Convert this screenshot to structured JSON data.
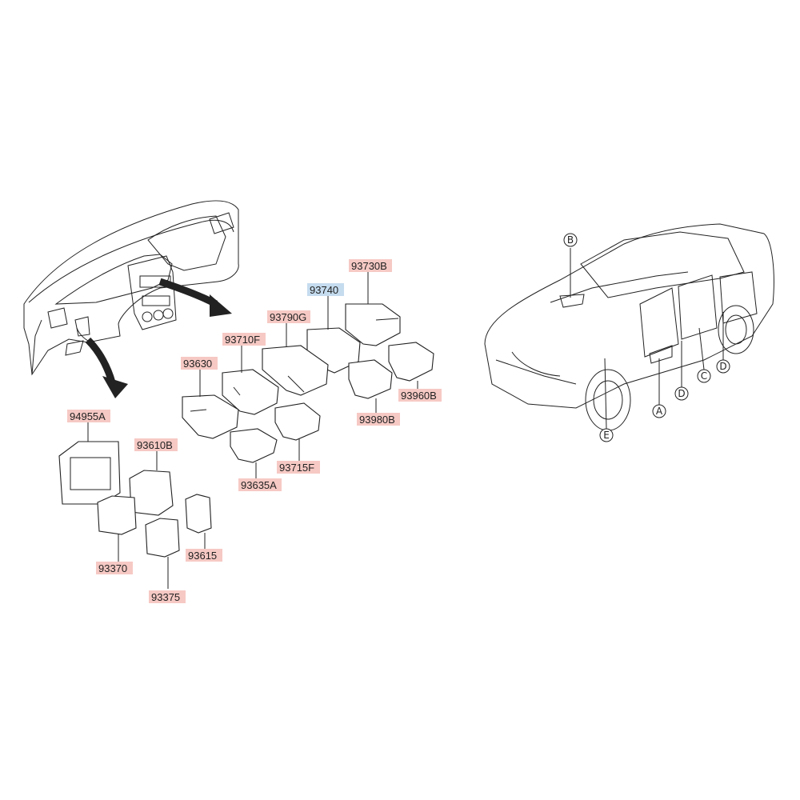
{
  "parts": [
    {
      "code": "93730B",
      "color": "#f6c9c4"
    },
    {
      "code": "93740",
      "color": "#c5dcef"
    },
    {
      "code": "93790G",
      "color": "#f6c9c4"
    },
    {
      "code": "93710F",
      "color": "#f6c9c4"
    },
    {
      "code": "93630",
      "color": "#f6c9c4"
    },
    {
      "code": "93960B",
      "color": "#f6c9c4"
    },
    {
      "code": "93980B",
      "color": "#f6c9c4"
    },
    {
      "code": "93715F",
      "color": "#f6c9c4"
    },
    {
      "code": "93635A",
      "color": "#f6c9c4"
    },
    {
      "code": "94955A",
      "color": "#f6c9c4"
    },
    {
      "code": "93610B",
      "color": "#f6c9c4"
    },
    {
      "code": "93370",
      "color": "#f6c9c4"
    },
    {
      "code": "93615",
      "color": "#f6c9c4"
    },
    {
      "code": "93375",
      "color": "#f6c9c4"
    }
  ],
  "callouts": [
    "A",
    "B",
    "C",
    "D",
    "D",
    "E"
  ]
}
